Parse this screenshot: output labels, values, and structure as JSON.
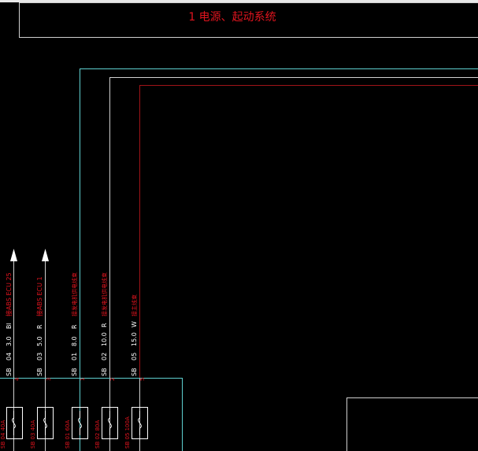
{
  "title": "1 电源、起动系统",
  "colors": {
    "red": "#e0141e",
    "cyan": "#5fd0d0",
    "white": "#ffffff",
    "gray": "#d0d0d0",
    "darkred": "#a01418"
  },
  "circuits": [
    {
      "id": "c1",
      "code_a": "SB",
      "code_b": "04",
      "size": "3.0",
      "color": "Bl",
      "dest": "接ABS ECU 25",
      "pin": "4",
      "fuse_label": "SB 04 40A",
      "arrow": true
    },
    {
      "id": "c2",
      "code_a": "SB",
      "code_b": "03",
      "size": "5.0",
      "color": "R",
      "dest": "接ABS ECU 1",
      "pin": "3",
      "fuse_label": "SB 03 40A",
      "arrow": true
    },
    {
      "id": "c3",
      "code_a": "SB",
      "code_b": "01",
      "size": "8.0",
      "color": "R",
      "dest": "接发电机供电线束",
      "pin": "1",
      "fuse_label": "SB 01 60A",
      "arrow": false
    },
    {
      "id": "c4",
      "code_a": "SB",
      "code_b": "02",
      "size": "10.0",
      "color": "R",
      "dest": "接发电机供电线束",
      "pin": "2",
      "fuse_label": "SB 02 80A",
      "arrow": false
    },
    {
      "id": "c5",
      "code_a": "SB",
      "code_b": "05",
      "size": "15.0",
      "color": "W",
      "dest": "接主线束",
      "pin": "5",
      "fuse_label": "SB 05 100A",
      "arrow": false
    }
  ]
}
